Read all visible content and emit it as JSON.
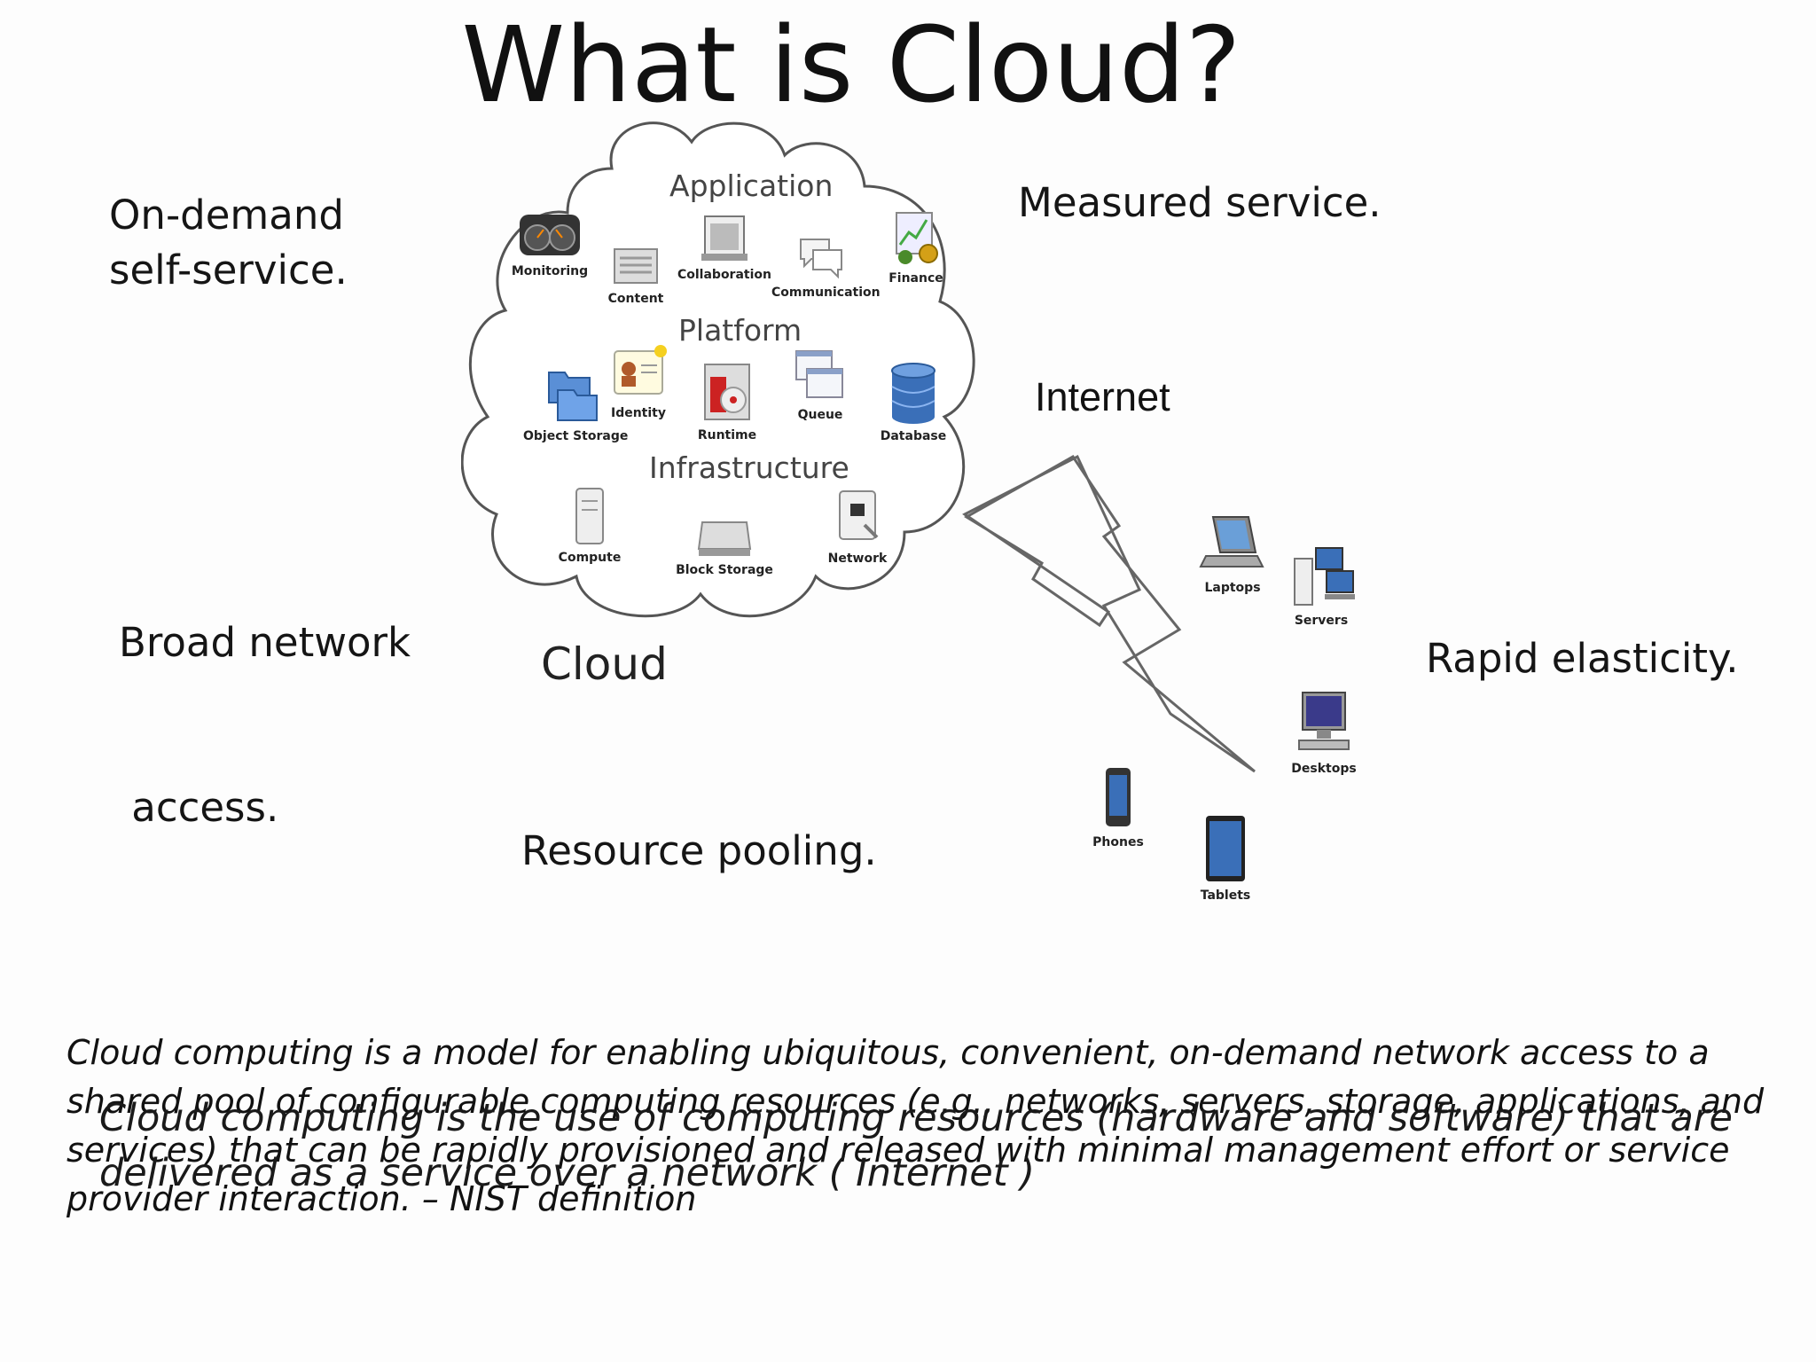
{
  "slide": {
    "title": "What is Cloud?"
  },
  "characteristics": {
    "on_demand": [
      "On-demand",
      "self-service."
    ],
    "measured": "Measured service.",
    "broad_network": [
      "Broad network",
      " access."
    ],
    "rapid_elasticity": "Rapid elasticity.",
    "resource_pooling": "Resource pooling."
  },
  "diagram": {
    "cloud_label": "Cloud",
    "internet_label": "Internet",
    "layers": {
      "application": "Application",
      "platform": "Platform",
      "infrastructure": "Infrastructure"
    },
    "cloud_icons": {
      "monitoring": "Monitoring",
      "content": "Content",
      "collaboration": "Collaboration",
      "communication": "Communication",
      "finance": "Finance",
      "identity": "Identity",
      "object_storage": "Object Storage",
      "runtime": "Runtime",
      "queue": "Queue",
      "database": "Database",
      "compute": "Compute",
      "block_storage": "Block Storage",
      "network": "Network"
    },
    "devices": {
      "laptops": "Laptops",
      "servers": "Servers",
      "desktops": "Desktops",
      "phones": "Phones",
      "tablets": "Tablets"
    }
  },
  "definitions": {
    "nist_lines": [
      "Cloud computing is a model for enabling ubiquitous, convenient, on-demand network access to a",
      "shared pool of configurable computing resources (e.g., networks, servers, storage, applications, and",
      "services) that can be rapidly provisioned and released with minimal management effort or service",
      "provider interaction. – NIST definition"
    ],
    "overlay_lines": [
      "Cloud computing is the use of computing resources (hardware and software) that are",
      "delivered as a service over a network ( Internet )"
    ]
  }
}
